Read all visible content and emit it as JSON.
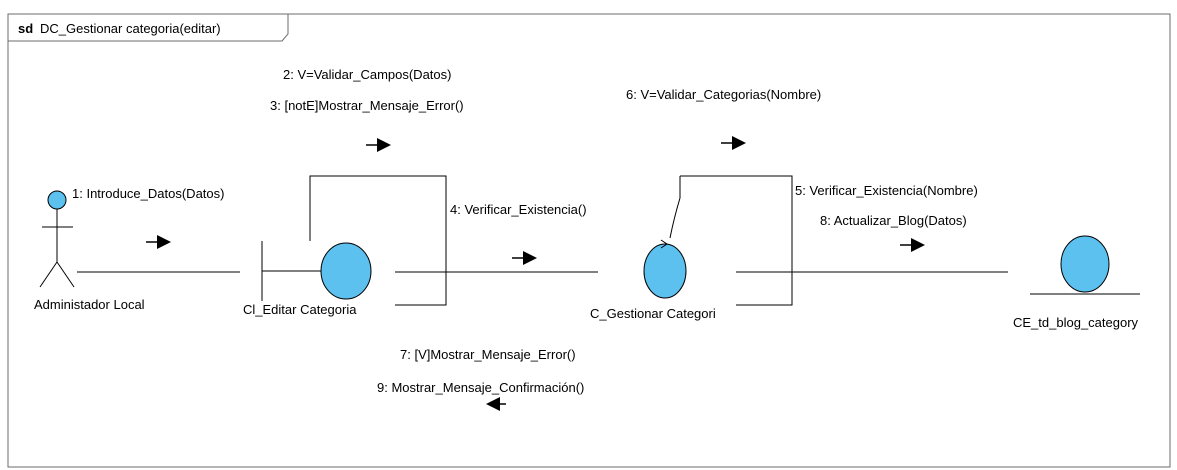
{
  "frame": {
    "keyword": "sd",
    "name": "DC_Gestionar categoria(editar)"
  },
  "lifelines": {
    "actor": "Administador Local",
    "boundary": "Cl_Editar Categoria",
    "control": "C_Gestionar Categori",
    "entity": "CE_td_blog_category"
  },
  "messages": {
    "m1": "1: Introduce_Datos(Datos)",
    "m2": "2: V=Validar_Campos(Datos)",
    "m3": "3: [notE]Mostrar_Mensaje_Error()",
    "m4": "4: Verificar_Existencia()",
    "m5": "5: Verificar_Existencia(Nombre)",
    "m6": "6: V=Validar_Categorias(Nombre)",
    "m7": "7: [V]Mostrar_Mensaje_Error()",
    "m8": "8: Actualizar_Blog(Datos)",
    "m9": "9: Mostrar_Mensaje_Confirmación()"
  },
  "colors": {
    "shape_fill": "#5cc1ef",
    "line": "#000000",
    "frame_border": "#6b6b6b"
  }
}
